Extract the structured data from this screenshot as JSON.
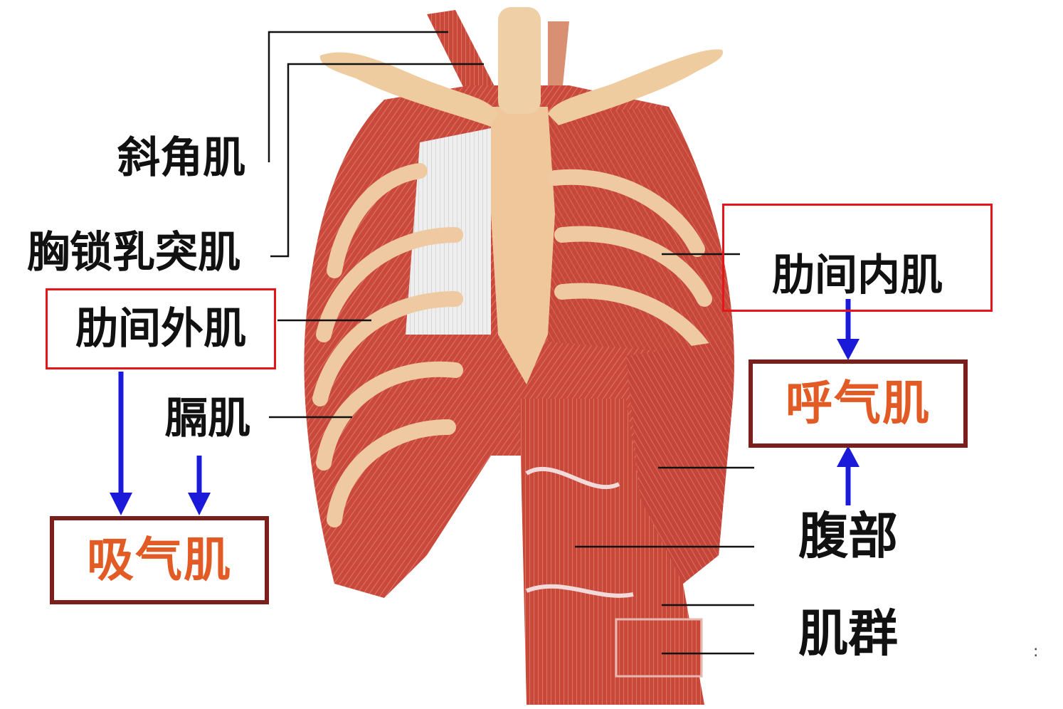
{
  "labels": {
    "scalene": "斜角肌",
    "sternocleidomastoid": "胸锁乳突肌",
    "external_intercostal": "肋间外肌",
    "diaphragm": "膈肌",
    "internal_intercostal": "肋间内肌",
    "abdominal_line1": "腹部",
    "abdominal_line2": "肌群",
    "mark": ":"
  },
  "categories": {
    "inspiratory": "吸气肌",
    "expiratory": "呼气肌"
  },
  "colors": {
    "highlight_border": "#e8141c",
    "category_border": "#7a1f1c",
    "category_text": "#e25b25",
    "arrow": "#1a1ad8",
    "leader_line": "#111111",
    "muscle": "#c8483a",
    "bone": "#eec9a0"
  },
  "icons": {
    "arrow": "down-arrow-icon",
    "arrow_up": "up-arrow-icon"
  }
}
